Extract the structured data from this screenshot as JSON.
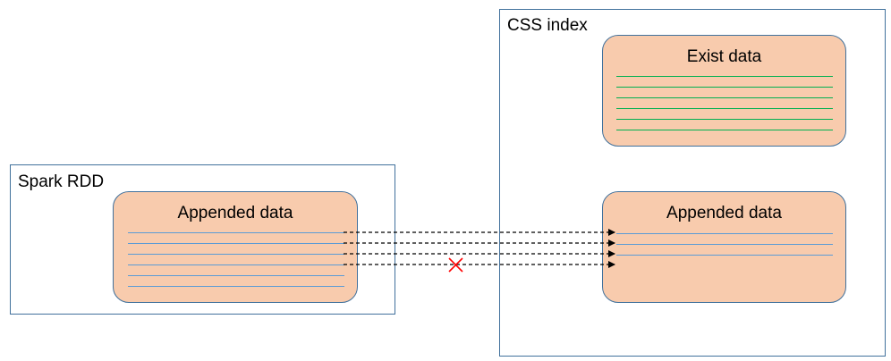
{
  "spark_rdd": {
    "label": "Spark RDD",
    "block": {
      "title": "Appended data",
      "row_count": 6
    }
  },
  "css_index": {
    "label": "CSS index",
    "exist_block": {
      "title": "Exist data",
      "row_count": 6
    },
    "appended_block": {
      "title": "Appended data",
      "row_count": 3
    }
  },
  "transfer": {
    "arrow_count": 4,
    "failed_arrow_index": 3,
    "failure_mark": "×"
  },
  "colors": {
    "frame_border": "#41719c",
    "block_fill": "#f8cbad",
    "row_line_appended": "#5b9bd5",
    "row_line_exist": "#00b050",
    "failure_mark": "#ff0000"
  }
}
